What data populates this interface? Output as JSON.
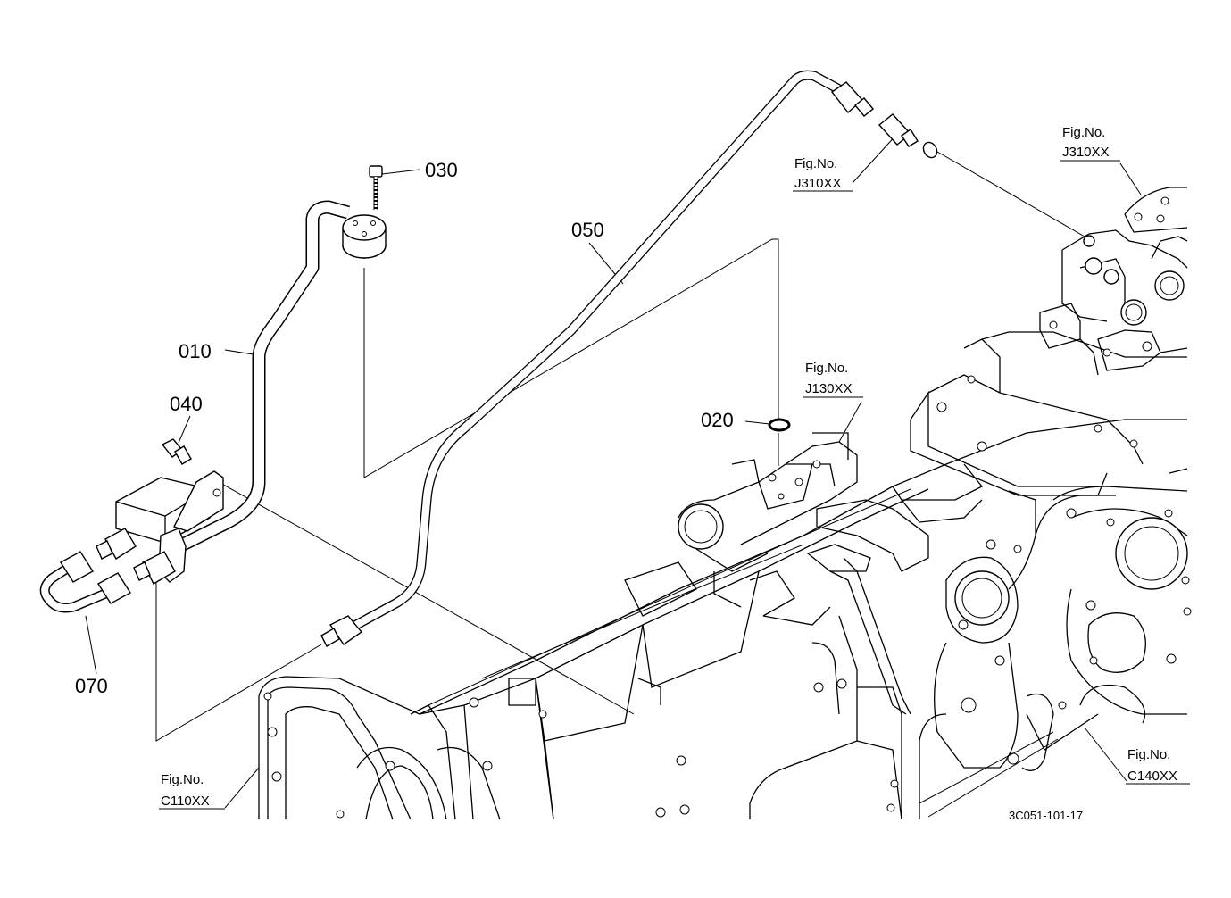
{
  "diagram": {
    "drawing_code": "3C051-101-17",
    "callouts": [
      {
        "id": "010",
        "label": "010"
      },
      {
        "id": "020",
        "label": "020"
      },
      {
        "id": "030",
        "label": "030"
      },
      {
        "id": "040",
        "label": "040"
      },
      {
        "id": "050",
        "label": "050"
      },
      {
        "id": "070",
        "label": "070"
      }
    ],
    "figure_refs": [
      {
        "line1": "Fig.No.",
        "line2": "J310XX"
      },
      {
        "line1": "Fig.No.",
        "line2": "J310XX"
      },
      {
        "line1": "Fig.No.",
        "line2": "J130XX"
      },
      {
        "line1": "Fig.No.",
        "line2": "C110XX"
      },
      {
        "line1": "Fig.No.",
        "line2": "C140XX"
      }
    ]
  }
}
